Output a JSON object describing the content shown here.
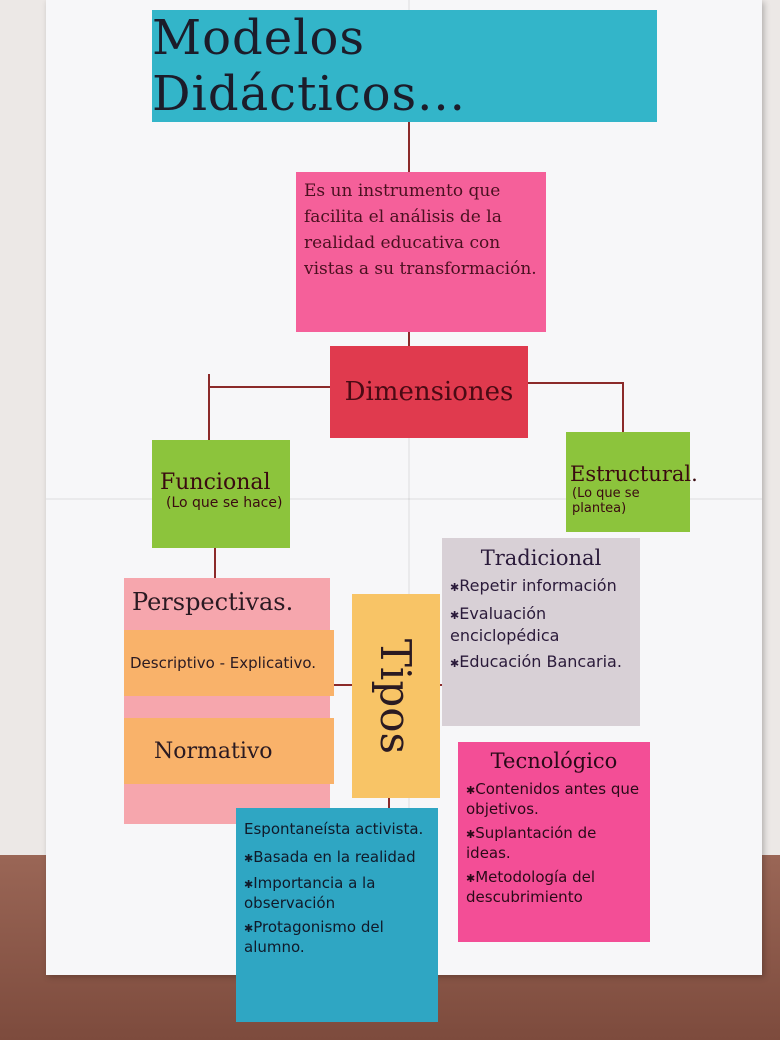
{
  "title": "Modelos Didácticos...",
  "definition": "Es un instrumento que facilita el análisis de la realidad educativa con vistas a su transformación.",
  "dimensions": {
    "label": "Dimensiones",
    "functional": {
      "title": "Funcional",
      "subtitle": "(Lo que se hace)"
    },
    "structural": {
      "title": "Estructural.",
      "subtitle": "(Lo que se plantea)"
    }
  },
  "perspectives": {
    "label": "Perspectivas.",
    "items": [
      "Descriptivo - Explicativo.",
      "Normativo"
    ]
  },
  "types": {
    "label": "Tipos",
    "traditional": {
      "title": "Tradicional",
      "items": [
        "Repetir información",
        "Evaluación enciclopédica",
        "Educación Bancaria."
      ]
    },
    "technological": {
      "title": "Tecnológico",
      "items": [
        "Contenidos antes que objetivos.",
        "Suplantación de ideas.",
        "Metodología del descubrimiento"
      ]
    },
    "spontaneous": {
      "title": "Espontaneísta activista.",
      "items": [
        "Basada en la realidad",
        "Importancia a la observación",
        "Protagonismo del alumno."
      ]
    }
  },
  "colors": {
    "title_card": "#33b5c9",
    "definition_card": "#f5609a",
    "dimensions_card": "#e03a4e",
    "green_cards": "#8cc43c",
    "orange_cards": "#f9b26a",
    "traditional_card": "#d8d0d6",
    "technological_card": "#f34e96",
    "connector_lines": "#8b2a2a"
  }
}
